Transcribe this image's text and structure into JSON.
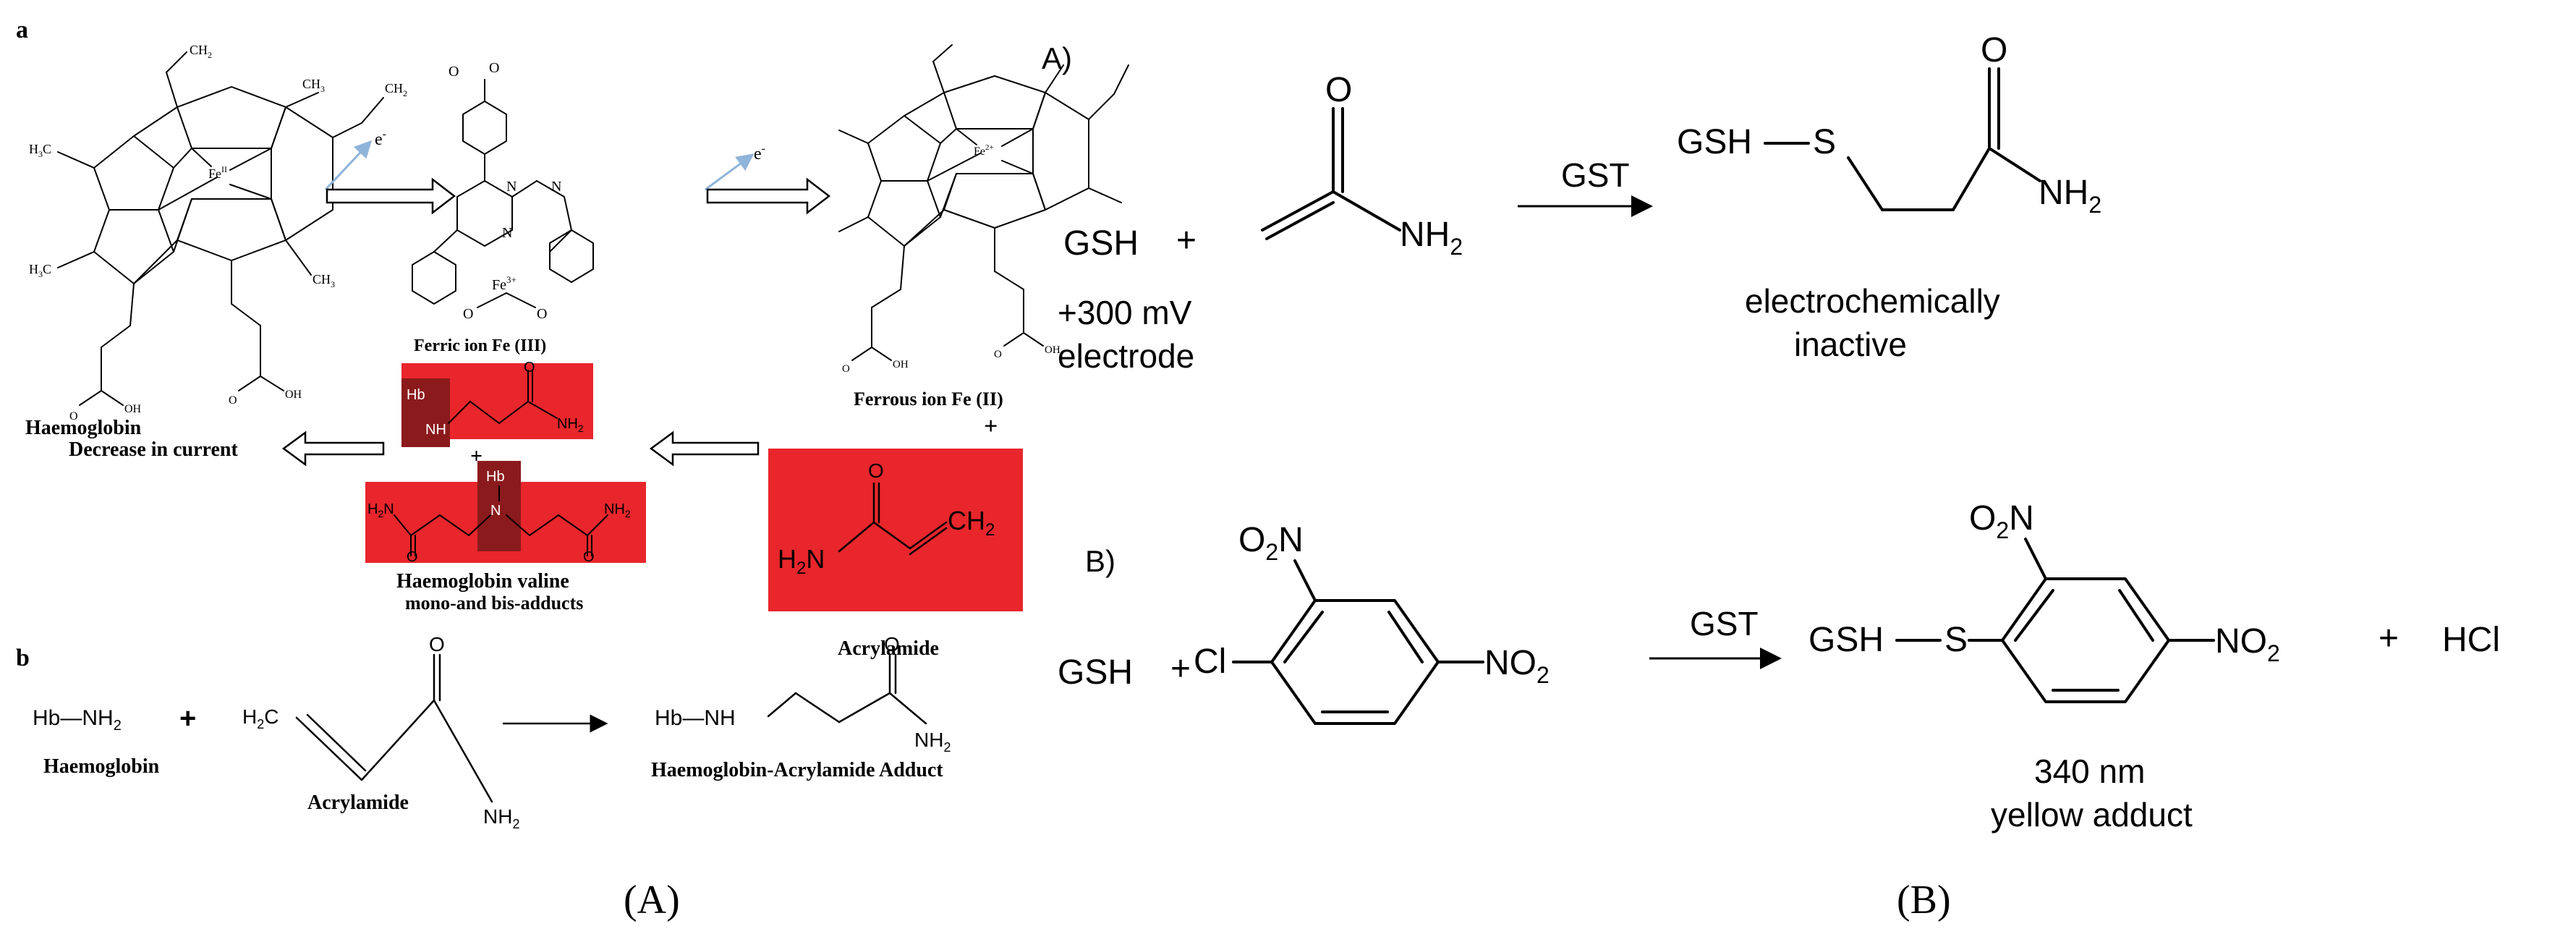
{
  "panel_a": {
    "tag_a": "a",
    "tag_b": "b",
    "haemoglobin": "Haemoglobin",
    "ferric": "Ferric ion Fe (III)",
    "ferrous": "Ferrous ion Fe (II)",
    "electron": "e",
    "electron_sup": "-",
    "plus": "+",
    "acrylamide": "Acrylamide",
    "decrease": "Decrease in current",
    "adducts_line1": "Haemoglobin  valine",
    "adducts_line2": "mono-and bis-adducts",
    "hb": "Hb",
    "fe2": "Fe",
    "fe2_sup": "II",
    "fe3": "Fe",
    "fe3_sup": "3+",
    "fe_r": "Fe",
    "fe_r_sup": "2+",
    "o_minus": "O",
    "ch2": "CH",
    "ch3": "CH",
    "nh": "NH",
    "n": "N",
    "o": "O",
    "oh": "OH",
    "h2n": "H",
    "nh2": "NH",
    "sub2": "2",
    "sub3": "3",
    "b_hb_nh2": "Hb—NH",
    "b_h2c": "H",
    "b_haemoglobin": "Haemoglobin",
    "b_acrylamide": "Acrylamide",
    "b_adduct": "Haemoglobin-Acrylamide Adduct",
    "b_hb_nh": "Hb—NH",
    "caption": "(A)"
  },
  "panel_b": {
    "label_a": "A)",
    "label_b": "B)",
    "gsh": "GSH",
    "plus": "+",
    "o": "O",
    "nh2": "NH",
    "sub2": "2",
    "gst": "GST",
    "gsh_s": "GSH",
    "s": "S",
    "voltage": "+300 mV",
    "electrode": "electrode",
    "inactive_1": "electrochemically",
    "inactive_2": "inactive",
    "cl": "Cl",
    "o2n": "O",
    "no2": "NO",
    "hcl": "HCl",
    "wavelength": "340 nm",
    "yellow": "yellow adduct",
    "caption": "(B)"
  },
  "colors": {
    "red_box": "#e8262c",
    "dark_red_box": "#8b1a1c",
    "ink": "#000000",
    "electron_arrow": "#8fb4d9"
  }
}
